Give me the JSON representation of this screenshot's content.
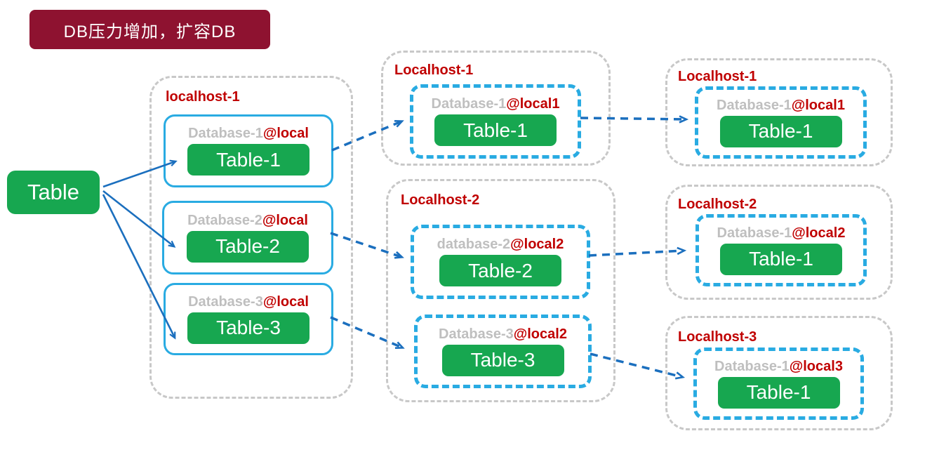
{
  "banner": {
    "text": "DB压力增加，扩容DB"
  },
  "source": {
    "label": "Table"
  },
  "left_host": {
    "label": "localhost-1",
    "databases": [
      {
        "name": "Database-1",
        "at": "@local",
        "table": "Table-1"
      },
      {
        "name": "Database-2",
        "at": "@local",
        "table": "Table-2"
      },
      {
        "name": "Database-3",
        "at": "@local",
        "table": "Table-3"
      }
    ]
  },
  "middle_hosts": [
    {
      "label": "Localhost-1",
      "databases": [
        {
          "name": "Database-1",
          "at": "@local1",
          "table": "Table-1"
        }
      ]
    },
    {
      "label": "Localhost-2",
      "databases": [
        {
          "name": "database-2",
          "at": "@local2",
          "table": "Table-2"
        },
        {
          "name": "Database-3",
          "at": "@local2",
          "table": "Table-3"
        }
      ]
    }
  ],
  "right_hosts": [
    {
      "label": "Localhost-1",
      "databases": [
        {
          "name": "Database-1",
          "at": "@local1",
          "table": "Table-1"
        }
      ]
    },
    {
      "label": "Localhost-2",
      "databases": [
        {
          "name": "Database-1",
          "at": "@local2",
          "table": "Table-1"
        }
      ]
    },
    {
      "label": "Localhost-3",
      "databases": [
        {
          "name": "Database-1",
          "at": "@local3",
          "table": "Table-1"
        }
      ]
    }
  ],
  "colors": {
    "accent_green": "#17A750",
    "accent_cyan": "#29ABE2",
    "arrow_blue": "#1B6FBE",
    "label_red": "#C00000",
    "banner_bg": "#8E1230",
    "muted_gray": "#BFBFBF"
  }
}
